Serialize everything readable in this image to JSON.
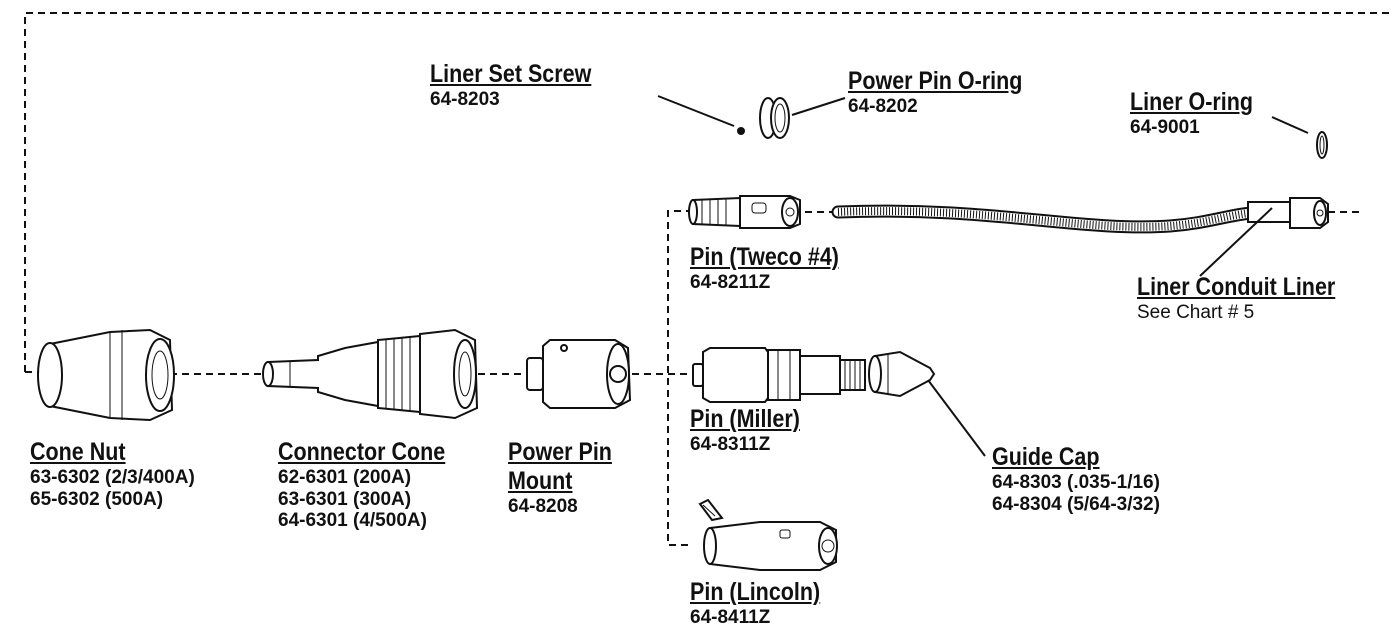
{
  "parts": {
    "liner_set_screw": {
      "title": "Liner Set Screw",
      "numbers": [
        "64-8203"
      ]
    },
    "power_pin_oring": {
      "title": "Power Pin O-ring",
      "numbers": [
        "64-8202"
      ]
    },
    "liner_oring": {
      "title": "Liner O-ring",
      "numbers": [
        "64-9001"
      ]
    },
    "pin_tweco": {
      "title": "Pin (Tweco #4)",
      "numbers": [
        "64-8211Z"
      ]
    },
    "liner_conduit": {
      "title": "Liner Conduit Liner",
      "numbers": [
        "See Chart # 5"
      ]
    },
    "cone_nut": {
      "title": "Cone Nut",
      "numbers": [
        "63-6302 (2/3/400A)",
        "65-6302 (500A)"
      ]
    },
    "connector_cone": {
      "title": "Connector Cone",
      "numbers": [
        "62-6301 (200A)",
        "63-6301 (300A)",
        "64-6301 (4/500A)"
      ]
    },
    "power_pin_mount": {
      "title_lines": [
        "Power Pin",
        "Mount"
      ],
      "numbers": [
        "64-8208"
      ]
    },
    "pin_miller": {
      "title": "Pin (Miller)",
      "numbers": [
        "64-8311Z"
      ]
    },
    "guide_cap": {
      "title": "Guide Cap",
      "numbers": [
        "64-8303 (.035-1/16)",
        "64-8304 (5/64-3/32)"
      ]
    },
    "pin_lincoln": {
      "title": "Pin (Lincoln)",
      "numbers": [
        "64-8411Z"
      ]
    }
  }
}
